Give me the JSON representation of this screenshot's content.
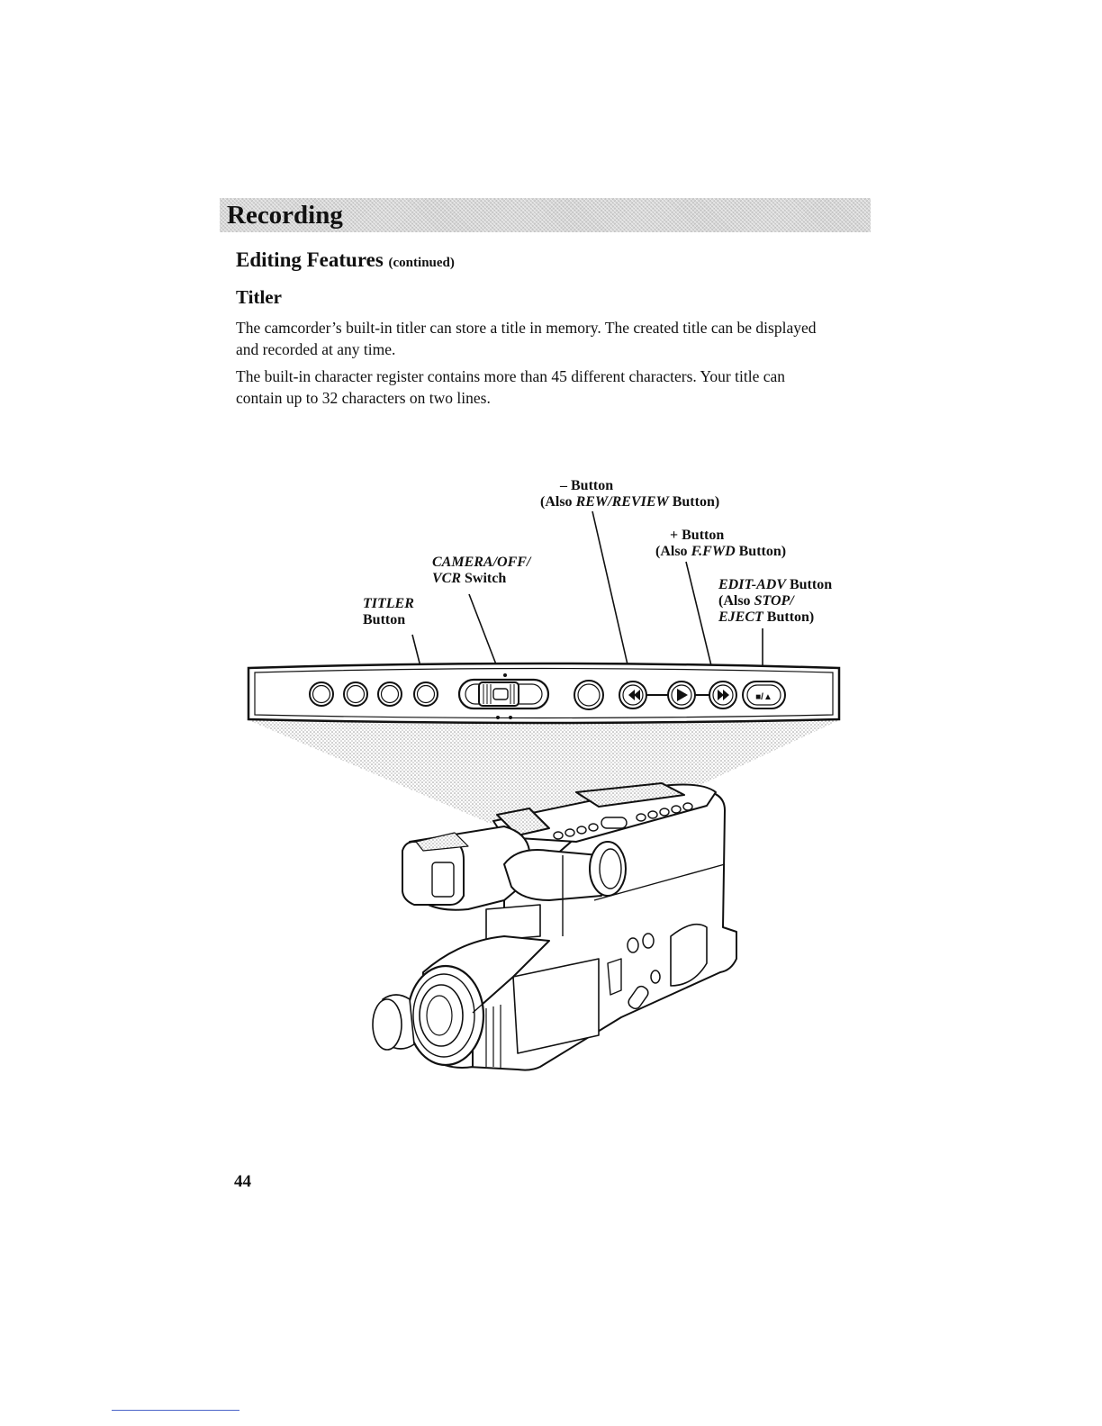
{
  "header": {
    "section_title": "Recording"
  },
  "heading": {
    "title": "Editing Features",
    "subtitle": "(continued)"
  },
  "subheading": "Titler",
  "paragraphs": [
    "The camcorder’s built-in titler can store a title in memory.  The created title can be displayed and recorded at any time.",
    "The built-in character register contains more than 45 different characters.  Your title can contain up to 32 characters on two lines."
  ],
  "callouts": {
    "minus_button": {
      "line1": "– Button",
      "pre": "(Also ",
      "italic": "REW/REVIEW",
      "post": " Button)"
    },
    "plus_button": {
      "line1": "+ Button",
      "pre": "(Also ",
      "italic": "F.FWD",
      "post": " Button)"
    },
    "camera_switch": {
      "italic1": "CAMERA/OFF/",
      "italic2": "VCR",
      "post": " Switch"
    },
    "titler_button": {
      "italic": "TITLER",
      "line2": "Button"
    },
    "edit_adv_button": {
      "italic": "EDIT-ADV",
      "post": " Button",
      "pre2": "(Also ",
      "italic2": "STOP/",
      "italic3": "EJECT",
      "post3": " Button)"
    }
  },
  "panel_buttons": {
    "stop_eject_symbol": "■/▲"
  },
  "page_number": "44"
}
